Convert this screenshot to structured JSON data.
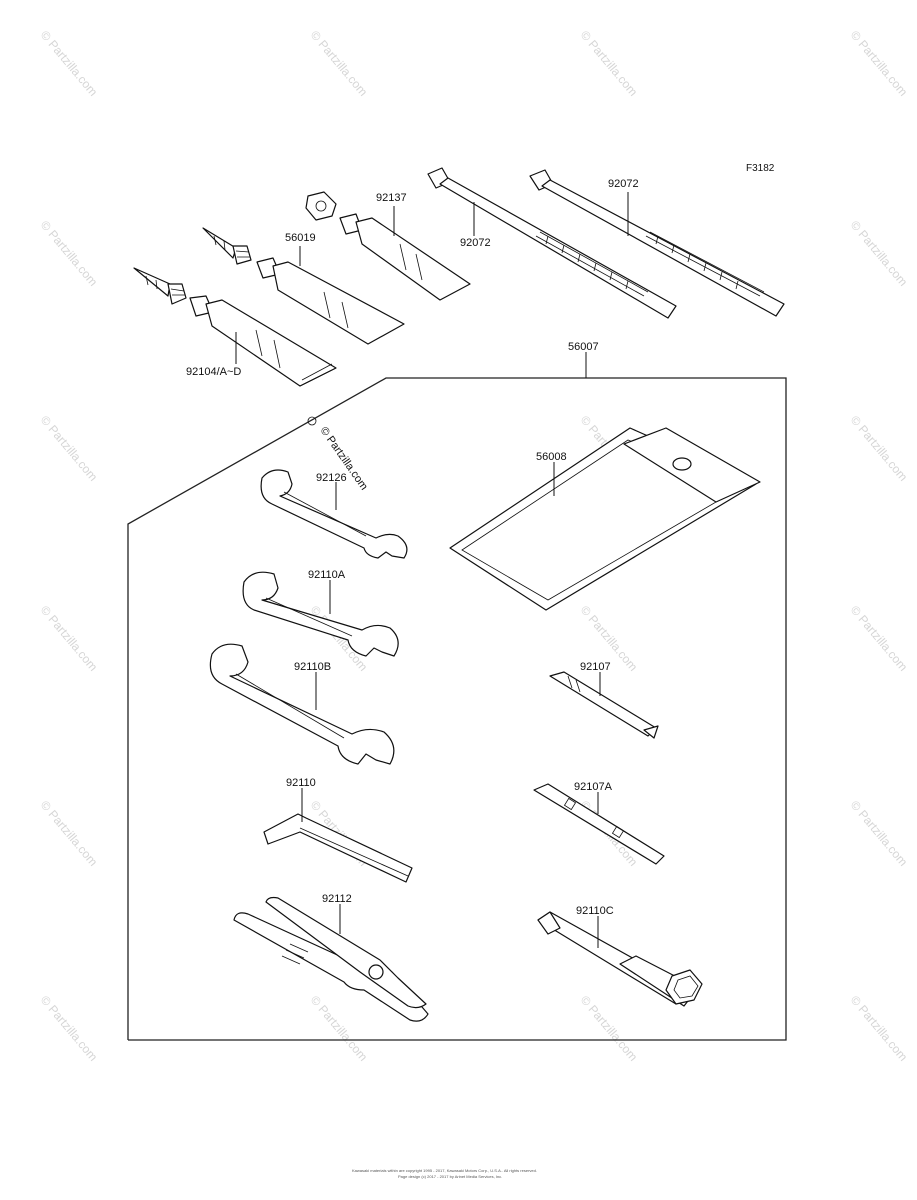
{
  "figure_code": "F3182",
  "watermark_text": "© Partzilla.com",
  "center_watermark": "© Partzilla.com",
  "footer": {
    "line1": "Kawasaki materials within are copyright 1995 - 2017, Kawasaki Motors Corp., U.S.A.. All rights reserved.",
    "line2": "Page design (c) 2017 - 2017 by Arinet Media Services, Inc."
  },
  "parts": {
    "tube_92104": "92104/A~D",
    "tube_56019": "56019",
    "tube_92137": "92137",
    "tie_a": "92072",
    "tie_b": "92072",
    "kit": "56007",
    "pouch": "56008",
    "wrench_92126": "92126",
    "wrench_92110a": "92110A",
    "wrench_92110b": "92110B",
    "hex_key": "92110",
    "pliers": "92112",
    "driver_92107": "92107",
    "driver_92107a": "92107A",
    "box_wrench": "92110C"
  }
}
